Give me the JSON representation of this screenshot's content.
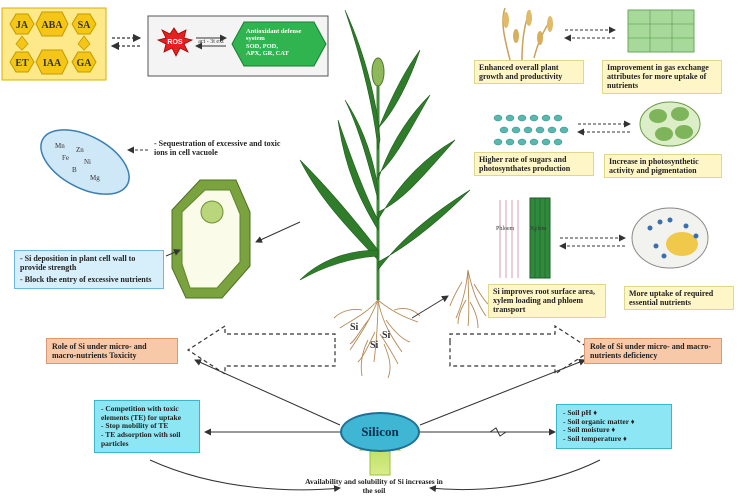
{
  "hormones": [
    "JA",
    "ABA",
    "SA",
    "ET",
    "IAA",
    "GA"
  ],
  "ros": {
    "label": "ROS",
    "arrow_text": "act - 3t ext",
    "antioxidant_text": "Antioxidant defense system\nSOD, POD,\nAPX, GR, CAT"
  },
  "vacuole_ions": [
    "Mn",
    "Zn",
    "Fe",
    "Ni",
    "B",
    "Mg"
  ],
  "left_notes": {
    "sequestration": "- Sequestration of excessive and toxic ions in cell vacuole",
    "deposition_1": "- Si deposition in plant cell wall to provide strength",
    "deposition_2": "- Block the entry of excessive nutrients"
  },
  "right_notes": {
    "growth": "Enhanced overall plant growth and productivity",
    "gas_exchange": "Improvement in gas exchange attributes for more uptake of nutrients",
    "sugars": "Higher rate of sugars and photosynthates production",
    "photosynthetic": "Increase in photosynthetic activity and pigmentation",
    "root_surface": "Si improves root surface area, xylem loading and phloem transport",
    "uptake": "More uptake of required essential nutrients"
  },
  "vascular": {
    "phloem": "Phloem",
    "xylem": "Xylem"
  },
  "role_toxicity": "Role of Si under micro- and macro-nutrients Toxicity",
  "role_deficiency": "Role of Si under micro- and macro-nutrients deficiency",
  "silicon_label": "Silicon",
  "si_labels": [
    "Si",
    "Si",
    "Si"
  ],
  "left_cyan": [
    "- Competition with toxic elements (TE) for uptake",
    "- Stop mobility of TE",
    "- TE adsorption with soil particles"
  ],
  "right_cyan": [
    "- Soil pH ♦",
    "- Soil organic matter ♦",
    "- Soil moisture ♦",
    "- Soil temperature ♦"
  ],
  "bottom_text": "Availability and solubility of Si increases in the soil",
  "colors": {
    "hex_fill": "#f5c518",
    "ros_red": "#e62020",
    "antioxidant_green": "#2fb450",
    "cell_green": "#7aa340",
    "silicon_blue": "#3fb6d3",
    "arrow_yellow_green": "#c6e46a",
    "plant_green": "#2f7d2a"
  }
}
